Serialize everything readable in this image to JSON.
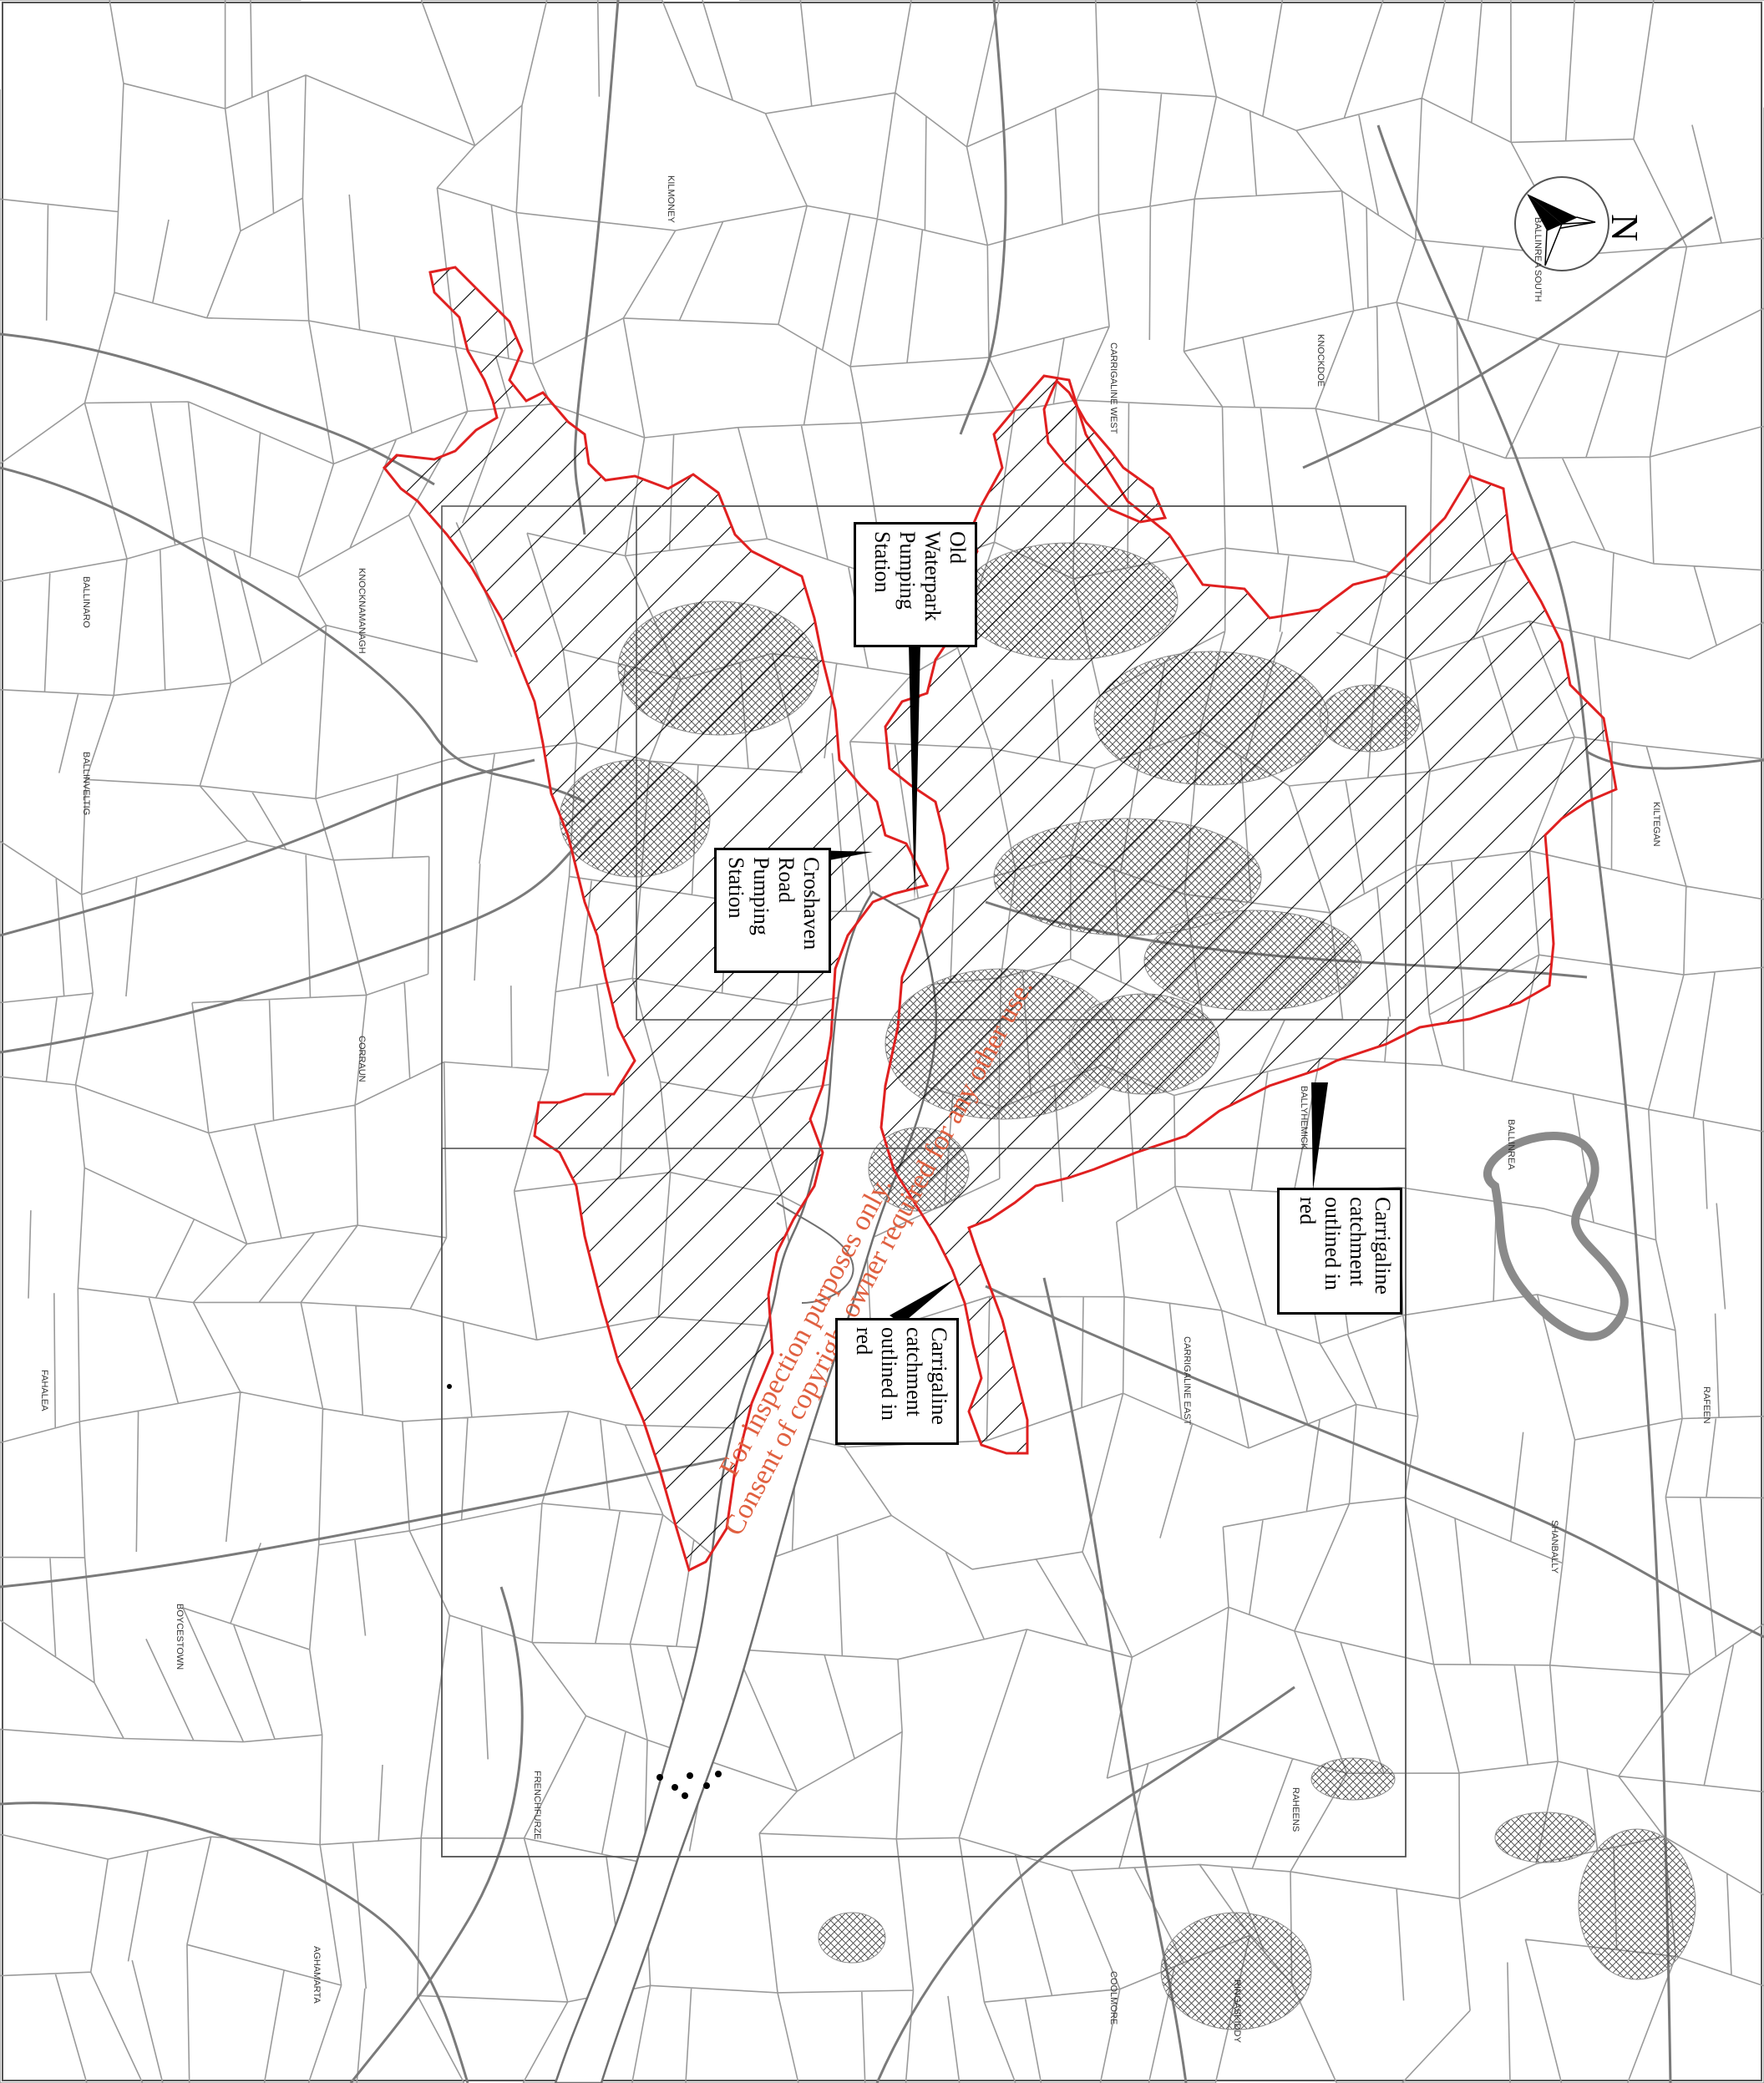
{
  "map": {
    "north_label": "N",
    "callouts": {
      "old_waterpark": "Old Waterpark\nPumping\nStation",
      "croshaven": "Croshaven\nRoad Pumping\nStation",
      "catchment_right": "Carrigaline\ncatchment\noutlined in red",
      "catchment_center": "Carrigaline\ncatchment\noutlined in red"
    },
    "watermark": {
      "line1": "For inspection purposes only.",
      "line2": "Consent of copyright owner required for any other use."
    },
    "townland_labels": {
      "kilmoney": "KILMONEY",
      "ballinrea_south": "BALLINREA SOUTH",
      "knockdoe": "KNOCKDOE",
      "carrigaline_west": "CARRIGALINE WEST",
      "knocknamanagh": "KNOCKNAMANAGH",
      "ballinaroo": "BALLINARO",
      "ballinveltig": "BALLINVELTIG",
      "kiltegan": "KILTEGAN",
      "carrigaline_east": "CARRIGALINE EAST",
      "ballinrea": "BALLINREA",
      "rafeen": "RAFEEN",
      "shanbally": "SHANBALLY",
      "ballyhenick": "BALLYHEMICK",
      "coolmore": "COOLMORE",
      "frenchfurze": "FRENCHFURZE",
      "boycestown": "BOYCESTOWN",
      "fahalea": "FAHALEA",
      "aghamarta": "AGHAMARTA",
      "corraun": "CORRAUN",
      "raheens": "RAHEENS",
      "ringaskiddy": "RINGASKIDDY"
    },
    "colors": {
      "catchment_outline": "#e02020",
      "hatch": "#000000",
      "base_lines": "#8a8a8a",
      "estuary_fill": "#ffffff"
    }
  }
}
